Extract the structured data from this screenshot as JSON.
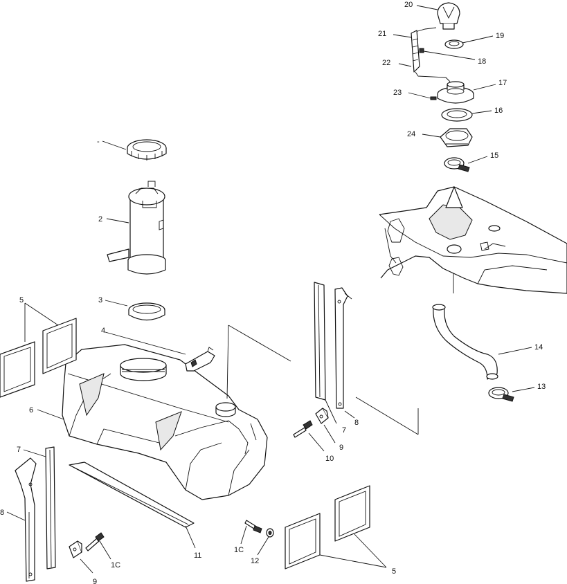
{
  "diagram": {
    "labels": [
      {
        "id": "l-dash",
        "text": "-"
      },
      {
        "id": "l2",
        "text": "2"
      },
      {
        "id": "l3",
        "text": "3"
      },
      {
        "id": "l4",
        "text": "4"
      },
      {
        "id": "l5a",
        "text": "5"
      },
      {
        "id": "l6",
        "text": "6"
      },
      {
        "id": "l7a",
        "text": "7"
      },
      {
        "id": "l8a",
        "text": "8"
      },
      {
        "id": "l9a",
        "text": "9"
      },
      {
        "id": "l10a",
        "text": "1C"
      },
      {
        "id": "l11",
        "text": "11"
      },
      {
        "id": "l10b",
        "text": "1C"
      },
      {
        "id": "l12",
        "text": "12"
      },
      {
        "id": "l5b",
        "text": "5"
      },
      {
        "id": "l7b",
        "text": "7"
      },
      {
        "id": "l8b",
        "text": "8"
      },
      {
        "id": "l9b",
        "text": "9"
      },
      {
        "id": "l10c",
        "text": "10"
      },
      {
        "id": "l13",
        "text": "13"
      },
      {
        "id": "l14",
        "text": "14"
      },
      {
        "id": "l15",
        "text": "15"
      },
      {
        "id": "l24",
        "text": "24"
      },
      {
        "id": "l16",
        "text": "16"
      },
      {
        "id": "l23",
        "text": "23"
      },
      {
        "id": "l17",
        "text": "17"
      },
      {
        "id": "l22",
        "text": "22"
      },
      {
        "id": "l18",
        "text": "18"
      },
      {
        "id": "l21",
        "text": "21"
      },
      {
        "id": "l19",
        "text": "19"
      },
      {
        "id": "l20",
        "text": "20"
      }
    ]
  }
}
